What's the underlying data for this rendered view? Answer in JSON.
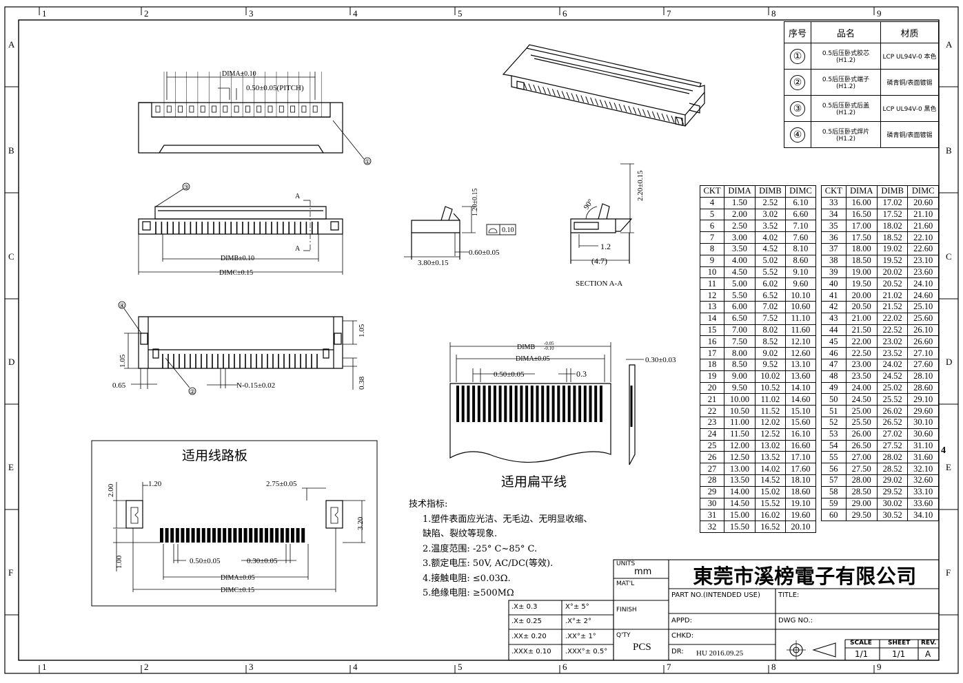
{
  "border": {
    "cols": [
      "1",
      "2",
      "3",
      "4",
      "5",
      "6",
      "7",
      "8",
      "9"
    ],
    "rows": [
      "A",
      "B",
      "C",
      "D",
      "E",
      "F"
    ],
    "right_marker": "4"
  },
  "bom": {
    "headers": [
      "序号",
      "品名",
      "材质"
    ],
    "items": [
      {
        "no": "①",
        "name": "0.5后压卧式胶芯",
        "sub": "(H1.2)",
        "material": "LCP  UL94V-0 本色"
      },
      {
        "no": "②",
        "name": "0.5后压卧式端子",
        "sub": "(H1.2)",
        "material": "磷青铜/表面镀锡"
      },
      {
        "no": "③",
        "name": "0.5后压卧式后盖",
        "sub": "(H1.2)",
        "material": "LCP  UL94V-0 黑色"
      },
      {
        "no": "④",
        "name": "0.5后压卧式焊片",
        "sub": "(H1.2)",
        "material": "磷青铜/表面镀锡"
      }
    ]
  },
  "dim_table": {
    "headers": [
      "CKT",
      "DIMA",
      "DIMB",
      "DIMC"
    ],
    "left": [
      [
        "4",
        "1.50",
        "2.52",
        "6.10"
      ],
      [
        "5",
        "2.00",
        "3.02",
        "6.60"
      ],
      [
        "6",
        "2.50",
        "3.52",
        "7.10"
      ],
      [
        "7",
        "3.00",
        "4.02",
        "7.60"
      ],
      [
        "8",
        "3.50",
        "4.52",
        "8.10"
      ],
      [
        "9",
        "4.00",
        "5.02",
        "8.60"
      ],
      [
        "10",
        "4.50",
        "5.52",
        "9.10"
      ],
      [
        "11",
        "5.00",
        "6.02",
        "9.60"
      ],
      [
        "12",
        "5.50",
        "6.52",
        "10.10"
      ],
      [
        "13",
        "6.00",
        "7.02",
        "10.60"
      ],
      [
        "14",
        "6.50",
        "7.52",
        "11.10"
      ],
      [
        "15",
        "7.00",
        "8.02",
        "11.60"
      ],
      [
        "16",
        "7.50",
        "8.52",
        "12.10"
      ],
      [
        "17",
        "8.00",
        "9.02",
        "12.60"
      ],
      [
        "18",
        "8.50",
        "9.52",
        "13.10"
      ],
      [
        "19",
        "9.00",
        "10.02",
        "13.60"
      ],
      [
        "20",
        "9.50",
        "10.52",
        "14.10"
      ],
      [
        "21",
        "10.00",
        "11.02",
        "14.60"
      ],
      [
        "22",
        "10.50",
        "11.52",
        "15.10"
      ],
      [
        "23",
        "11.00",
        "12.02",
        "15.60"
      ],
      [
        "24",
        "11.50",
        "12.52",
        "16.10"
      ],
      [
        "25",
        "12.00",
        "13.02",
        "16.60"
      ],
      [
        "26",
        "12.50",
        "13.52",
        "17.10"
      ],
      [
        "27",
        "13.00",
        "14.02",
        "17.60"
      ],
      [
        "28",
        "13.50",
        "14.52",
        "18.10"
      ],
      [
        "29",
        "14.00",
        "15.02",
        "18.60"
      ],
      [
        "30",
        "14.50",
        "15.52",
        "19.10"
      ],
      [
        "31",
        "15.00",
        "16.02",
        "19.60"
      ],
      [
        "32",
        "15.50",
        "16.52",
        "20.10"
      ]
    ],
    "right": [
      [
        "33",
        "16.00",
        "17.02",
        "20.60"
      ],
      [
        "34",
        "16.50",
        "17.52",
        "21.10"
      ],
      [
        "35",
        "17.00",
        "18.02",
        "21.60"
      ],
      [
        "36",
        "17.50",
        "18.52",
        "22.10"
      ],
      [
        "37",
        "18.00",
        "19.02",
        "22.60"
      ],
      [
        "38",
        "18.50",
        "19.52",
        "23.10"
      ],
      [
        "39",
        "19.00",
        "20.02",
        "23.60"
      ],
      [
        "40",
        "19.50",
        "20.52",
        "24.10"
      ],
      [
        "41",
        "20.00",
        "21.02",
        "24.60"
      ],
      [
        "42",
        "20.50",
        "21.52",
        "25.10"
      ],
      [
        "43",
        "21.00",
        "22.02",
        "25.60"
      ],
      [
        "44",
        "21.50",
        "22.52",
        "26.10"
      ],
      [
        "45",
        "22.00",
        "23.02",
        "26.60"
      ],
      [
        "46",
        "22.50",
        "23.52",
        "27.10"
      ],
      [
        "47",
        "23.00",
        "24.02",
        "27.60"
      ],
      [
        "48",
        "23.50",
        "24.52",
        "28.10"
      ],
      [
        "49",
        "24.00",
        "25.02",
        "28.60"
      ],
      [
        "50",
        "24.50",
        "25.52",
        "29.10"
      ],
      [
        "51",
        "25.00",
        "26.02",
        "29.60"
      ],
      [
        "52",
        "25.50",
        "26.52",
        "30.10"
      ],
      [
        "53",
        "26.00",
        "27.02",
        "30.60"
      ],
      [
        "54",
        "26.50",
        "27.52",
        "31.10"
      ],
      [
        "55",
        "27.00",
        "28.02",
        "31.60"
      ],
      [
        "56",
        "27.50",
        "28.52",
        "32.10"
      ],
      [
        "57",
        "28.00",
        "29.02",
        "32.60"
      ],
      [
        "58",
        "28.50",
        "29.52",
        "33.10"
      ],
      [
        "59",
        "29.00",
        "30.02",
        "33.60"
      ],
      [
        "60",
        "29.50",
        "30.52",
        "34.10"
      ]
    ]
  },
  "dims": {
    "dima_top": "DIMA±0.10",
    "pitch": "0.50±0.05(PITCH)",
    "dimb_front": "DIMB±0.10",
    "dimc_front": "DIMC±0.15",
    "section_mark": "A",
    "side_h": "1.20±0.15",
    "side_w": "3.80±0.15",
    "side_t": "0.60±0.05",
    "flatness": "0.10",
    "sec_h": "2.20±0.15",
    "sec_angle": "90°",
    "sec_a": "1.2",
    "sec_b": "(4.7)",
    "section_title": "SECTION A-A",
    "bot_105a": "1.05",
    "bot_105b": "1.05",
    "bot_065": "0.65",
    "bot_038": "0.38",
    "bot_n": "N-0.15±0.02",
    "fpc_dimb": "DIMB",
    "fpc_dimb_tol_up": "-0.05",
    "fpc_dimb_tol_dn": "-0.10",
    "fpc_dima": "DIMA±0.05",
    "fpc_pitch": "0.50±0.05",
    "fpc_w": "0.3",
    "fpc_t": "0.30±0.03",
    "fpc_title": "适用扁平线",
    "pcb_title": "适用线路板",
    "pcb_200": "2.00",
    "pcb_120": "1.20",
    "pcb_275": "2.75±0.05",
    "pcb_320": "3.20",
    "pcb_100": "1.00",
    "pcb_050": "0.50±0.05",
    "pcb_030": "0.30±0.05",
    "pcb_dima": "DIMA±0.05",
    "pcb_dimc": "DIMC±0.15",
    "balloon_1": "①",
    "balloon_2": "②",
    "balloon_3": "③",
    "balloon_4": "④"
  },
  "notes": {
    "title": "技术指标:",
    "lines": [
      "1.塑件表面应光洁、无毛边、无明显收缩、",
      "  缺陷、裂纹等现象.",
      "2.温度范围: -25° C~85° C.",
      "3.额定电压: 50V, AC/DC(等效).",
      "4.接触电阻: ≤0.03Ω.",
      "5.绝缘电阻: ≥500MΩ"
    ]
  },
  "title_block": {
    "company": "東莞市溪榜電子有限公司",
    "units_label": "UNITS",
    "units_value": "mm",
    "matl": "MAT'L",
    "finish": "FINISH",
    "qty_label": "Q'TY",
    "qty_value": "PCS",
    "part_no": "PART NO.(INTENDED USE)",
    "title": "TITLE:",
    "appd": "APPD:",
    "chkd": "CHKD:",
    "dwg_no": "DWG NO.:",
    "dr": "DR:",
    "dr_value": "HU  2016.09.25",
    "scale_label": "SCALE",
    "scale_value": "1/1",
    "sheet_label": "SHEET",
    "sheet_value": "1/1",
    "rev_label": "REV.",
    "rev_value": "A",
    "tolerances": [
      {
        "linear": ".X± 0.3",
        "angular": "X°± 5°"
      },
      {
        "linear": ".X± 0.25",
        "angular": ".X°± 2°"
      },
      {
        "linear": ".XX± 0.20",
        "angular": ".XX°± 1°"
      },
      {
        "linear": ".XXX± 0.10",
        "angular": ".XXX°± 0.5°"
      }
    ]
  }
}
